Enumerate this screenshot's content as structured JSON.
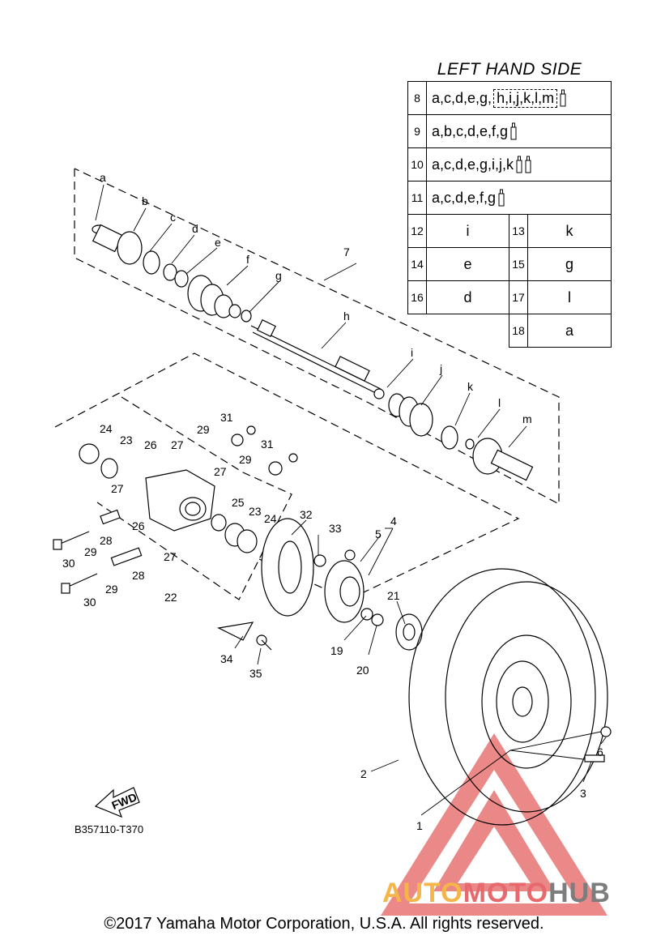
{
  "table": {
    "title": "LEFT HAND SIDE",
    "rows": [
      {
        "num": "8",
        "text": "a,c,d,e,g,",
        "boxed": "h,i,j,k,l,m",
        "tubes": 1
      },
      {
        "num": "9",
        "text": "a,b,c,d,e,f,g",
        "tubes": 1
      },
      {
        "num": "10",
        "text": "a,c,d,e,g,i,j,k",
        "tubes": 2
      },
      {
        "num": "11",
        "text": "a,c,d,e,f,g",
        "tubes": 1
      }
    ],
    "pairs": [
      {
        "n1": "12",
        "v1": "i",
        "n2": "13",
        "v2": "k"
      },
      {
        "n1": "14",
        "v1": "e",
        "n2": "15",
        "v2": "g"
      },
      {
        "n1": "16",
        "v1": "d",
        "n2": "17",
        "v2": "l"
      },
      {
        "n1": "",
        "v1": "",
        "n2": "18",
        "v2": "a"
      }
    ]
  },
  "callouts": {
    "c1": "1",
    "c2": "2",
    "c3": "3",
    "c4": "4",
    "c5": "5",
    "c6": "6",
    "c7": "7",
    "c19": "19",
    "c20": "20",
    "c21": "21",
    "c22": "22",
    "c23a": "23",
    "c23b": "23",
    "c24a": "24",
    "c24b": "24",
    "c25": "25",
    "c26a": "26",
    "c26b": "26",
    "c27a": "27",
    "c27b": "27",
    "c27c": "27",
    "c27d": "27",
    "c28a": "28",
    "c28b": "28",
    "c29a": "29",
    "c29b": "29",
    "c29c": "29",
    "c29d": "29",
    "c30a": "30",
    "c30b": "30",
    "c31a": "31",
    "c31b": "31",
    "c32": "32",
    "c33": "33",
    "c34": "34",
    "c35": "35"
  },
  "letters": {
    "a": "a",
    "b": "b",
    "c": "c",
    "d": "d",
    "e": "e",
    "f": "f",
    "g": "g",
    "h": "h",
    "i": "i",
    "j": "j",
    "k": "k",
    "l": "l",
    "m": "m"
  },
  "fwd_label": "FWD",
  "reference_code": "B357110-T370",
  "watermark": {
    "part1": "AUTO",
    "part2": "MOTO",
    "part3": "HUB",
    "colors": {
      "part1": "#f6b548",
      "part2": "#e7696d",
      "part3": "#7d7d7d"
    }
  },
  "copyright": "©2017 Yamaha Motor Corporation, U.S.A. All rights reserved."
}
